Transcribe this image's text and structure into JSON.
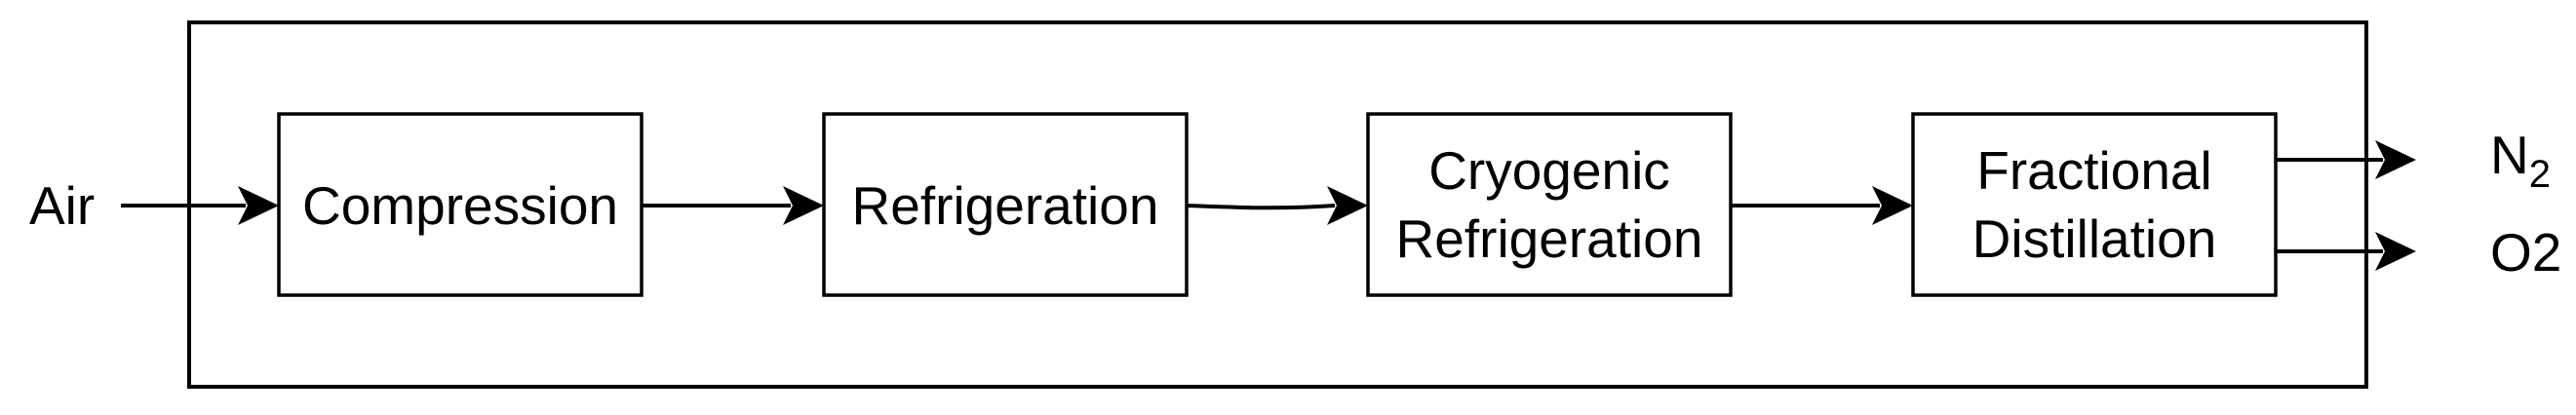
{
  "diagram": {
    "input_label": "Air",
    "steps": [
      {
        "label": "Compression"
      },
      {
        "label": "Refrigeration"
      },
      {
        "label_line1": "Cryogenic",
        "label_line2": "Refrigeration"
      },
      {
        "label_line1": "Fractional",
        "label_line2": "Distillation"
      }
    ],
    "outputs": [
      {
        "base": "N",
        "subscript": "2"
      },
      {
        "label": "O2"
      }
    ],
    "colors": {
      "stroke": "#000000",
      "background": "#ffffff"
    }
  }
}
